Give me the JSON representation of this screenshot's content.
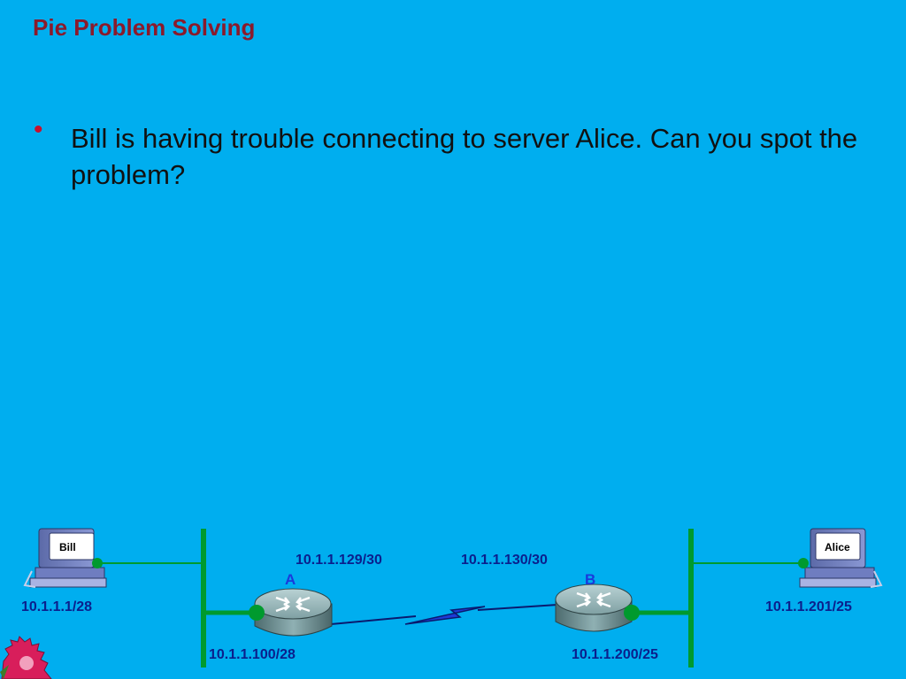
{
  "slide": {
    "title": "Pie Problem Solving",
    "bullet": "Bill is having trouble connecting to server Alice.  Can you spot the problem?"
  },
  "diagram": {
    "hosts": {
      "bill": {
        "name": "Bill",
        "ip": "10.1.1.1/28"
      },
      "alice": {
        "name": "Alice",
        "ip": "10.1.1.201/25"
      }
    },
    "routers": {
      "a": {
        "name": "A",
        "lan_ip": "10.1.1.100/28",
        "serial_ip": "10.1.1.129/30"
      },
      "b": {
        "name": "B",
        "lan_ip": "10.1.1.200/25",
        "serial_ip": "10.1.1.130/30"
      }
    }
  },
  "colors": {
    "background": "#00aeef",
    "title": "#8b1a2b",
    "lan": "#009a2e",
    "ip_text": "#0b1f8c",
    "router_label": "#1a3adb"
  }
}
